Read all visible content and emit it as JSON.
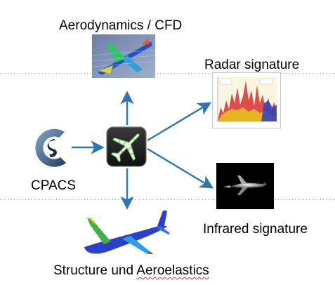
{
  "labels": {
    "aero": "Aerodynamics  / CFD",
    "radar": "Radar signature",
    "cpacs": "CPACS",
    "infrared": "Infrared signature",
    "structure_prefix": "Structure und ",
    "structure_suffix": "Aeroelastics"
  },
  "colors": {
    "arrow": "#2e75b6",
    "grid_dot": "#9a9a9a",
    "cpacs_logo": "#4a6c8f",
    "hub_bg": "#1e1e1e",
    "hub_plane": "#e8f3e0",
    "hub_grid": "#3a9a3a"
  },
  "icons": {
    "hub": "airplane-icon",
    "cpacs": "cpacs-logo",
    "aero": "cfd-airplane-image",
    "radar": "radar-plot-image",
    "infrared": "infrared-airplane-image",
    "structure": "fem-wing-image"
  }
}
